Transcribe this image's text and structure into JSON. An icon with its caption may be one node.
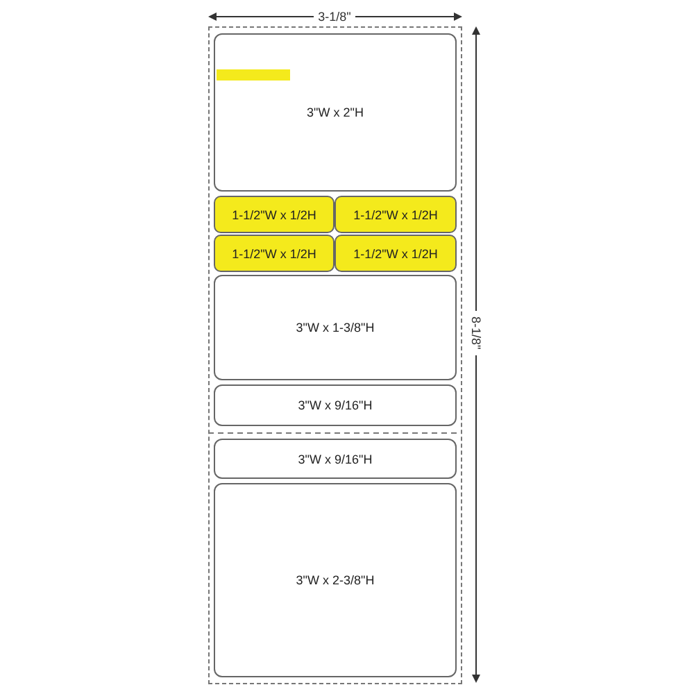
{
  "diagram": {
    "nodes": [
      {
        "text": [],
        "shape": "box"
      },
      {
        "text": [
          "3\"W x 2\"H"
        ],
        "in": 0
      },
      {
        "text": [
          "1-1/2\"W x 1/2H"
        ],
        "in": 0
      },
      {
        "text": [
          "1-1/2\"W x 1/2H"
        ],
        "in": 0
      },
      {
        "text": [
          "1-1/2\"W x 1/2H"
        ],
        "in": 0
      },
      {
        "text": [
          "1-1/2\"W x 1/2H"
        ],
        "in": 0
      },
      {
        "text": [
          "3\"W x 1-3/8\"H"
        ],
        "in": 0
      },
      {
        "text": [
          "3\"W x 9/16\"H"
        ],
        "in": 0
      },
      {
        "text": [
          "3\"W x 9/16\"H"
        ],
        "in": 0
      },
      {
        "text": [
          "3\"W x 2-3/8\"H"
        ],
        "in": 0
      }
    ],
    "edges": [],
    "labels": [
      "3-1/8\"",
      "8-1/8\""
    ]
  }
}
